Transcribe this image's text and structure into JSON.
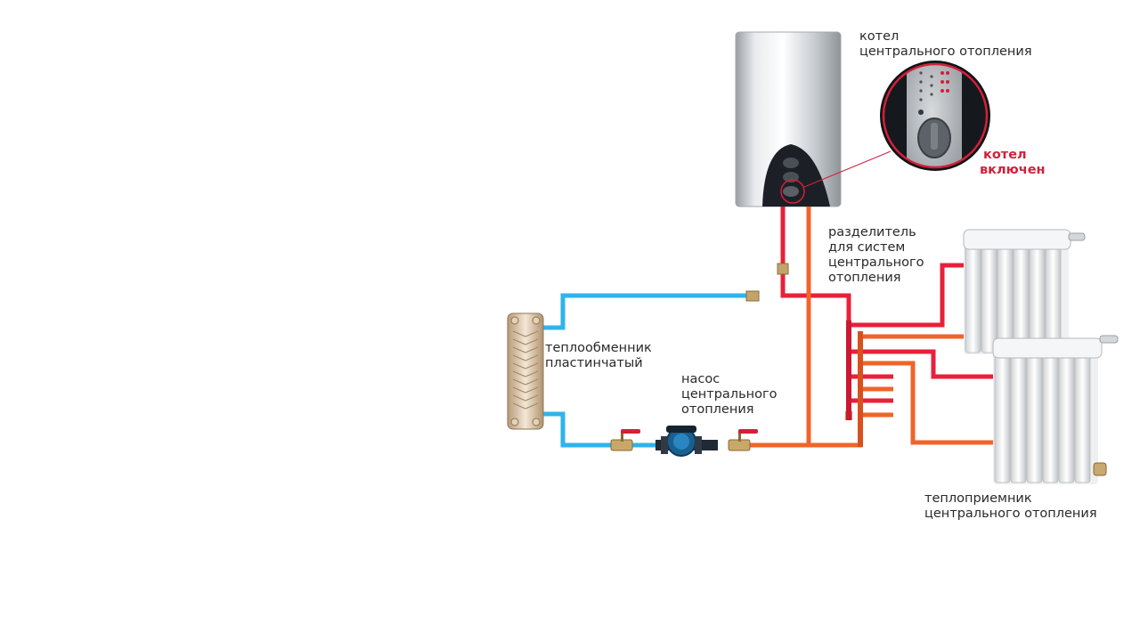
{
  "labels": {
    "boiler": [
      "котел",
      "центрального отопления"
    ],
    "boiler_on": [
      "котел",
      "включен"
    ],
    "splitter": [
      "разделитель",
      "для систем",
      "центрального",
      "отопления"
    ],
    "exchanger": [
      "теплообменник",
      "пластинчатый"
    ],
    "pump": [
      "насос",
      "центрального",
      "отопления"
    ],
    "receiver": [
      "теплоприемник",
      "центрального отопления"
    ]
  },
  "colors": {
    "hot_pipe": "#e8203a",
    "return_pipe": "#f0642a",
    "cold_pipe": "#2fb4ec",
    "indicator": "#d2203a"
  },
  "icons": [
    "boiler-icon",
    "control-panel-zoom-icon",
    "plate-exchanger-icon",
    "pump-icon",
    "ball-valve-icon",
    "radiator-icon",
    "manifold-icon"
  ]
}
